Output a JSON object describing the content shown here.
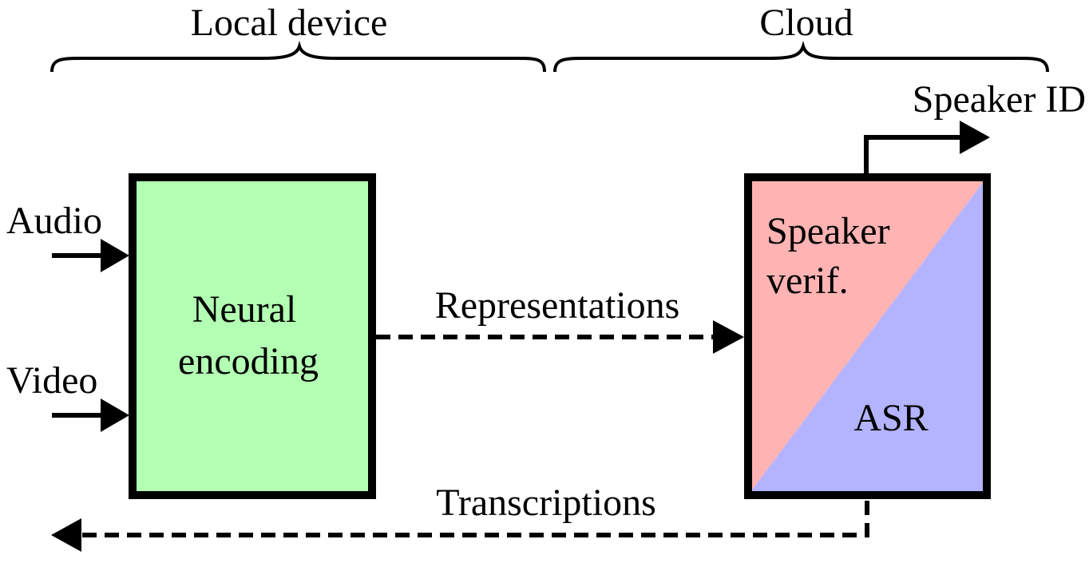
{
  "groups": {
    "local": "Local device",
    "cloud": "Cloud"
  },
  "inputs": {
    "audio": "Audio",
    "video": "Video"
  },
  "encoder": {
    "line1": "Neural",
    "line2": "encoding",
    "fill": "#b3ffb3"
  },
  "cloud_block": {
    "verif_line1": "Speaker",
    "verif_line2": "verif.",
    "asr": "ASR",
    "verif_fill": "#ffb3b3",
    "asr_fill": "#b3b3ff"
  },
  "flows": {
    "representations": "Representations",
    "transcriptions": "Transcriptions",
    "speaker_id": "Speaker ID"
  }
}
